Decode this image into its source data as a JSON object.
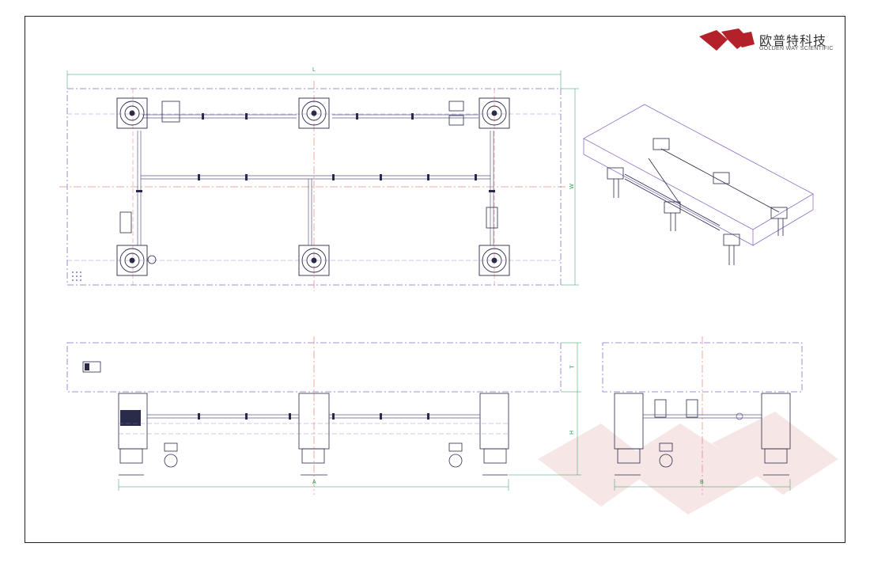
{
  "brand": {
    "name_cn": "欧普特科技",
    "name_en": "GOLDEN WAY SCIENTIFIC",
    "colors": {
      "logo": "#b3222a",
      "watermark": "#f2d4d4"
    }
  },
  "dimensions": {
    "length": "L",
    "width": "W",
    "thickness": "T",
    "height": "H",
    "leg_span_a": "A",
    "leg_span_b": "B"
  },
  "colors": {
    "outline": "#8d6fc7",
    "centerline": "#d9534f",
    "dimension": "#2a9b5a",
    "component": "#2a2a4a",
    "pipe": "#5a5a8a"
  }
}
